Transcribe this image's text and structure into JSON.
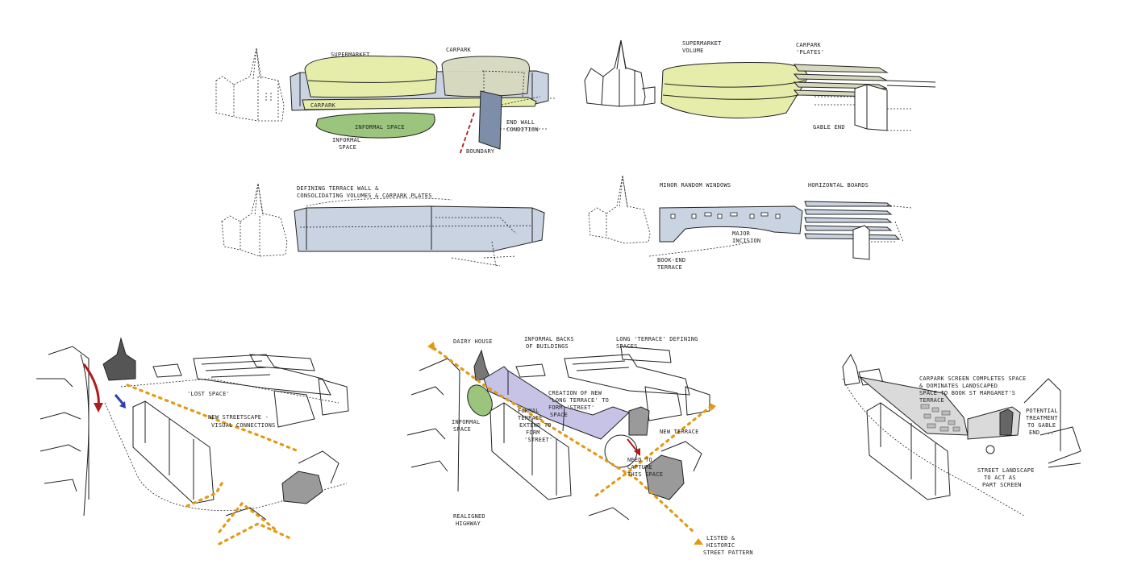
{
  "colors": {
    "supermarket": "#e6ecaa",
    "carpark": "#d7d9bf",
    "terrace": "#c9d3e2",
    "green_space": "#9bc47c",
    "dark_panel": "#7f8ea8",
    "route_orange": "#e39a12",
    "arrow_red": "#b11a1a",
    "arrow_blue": "#2e3fb5",
    "purple_terrace": "#c6c3e6",
    "grey_block": "#9a9a9a"
  },
  "sketch1": {
    "supermarket": "SUPERMARKET",
    "carpark_top": "CARPARK",
    "carpark_base": "CARPARK",
    "informal_space_inside": "INFORMAL SPACE",
    "informal_space_line1": "INFORMAL",
    "informal_space_line2": "SPACE",
    "end_condition_line1": "END WALL",
    "end_condition_line2": "CONDITION",
    "boundary": "BOUNDARY"
  },
  "sketch2": {
    "supermarket_line1": "SUPERMARKET",
    "supermarket_line2": "VOLUME",
    "carpark_line1": "CARPARK",
    "carpark_line2": "'PLATES'",
    "gable_end": "GABLE END"
  },
  "sketch3": {
    "title_line1": "DEFINING TERRACE WALL &",
    "title_line2": "CONSOLIDATING VOLUMES & CARPARK PLATES"
  },
  "sketch4": {
    "windows": "MINOR RANDOM WINDOWS",
    "boards": "HORIZONTAL BOARDS",
    "incision_line1": "MAJOR",
    "incision_line2": "INCISION",
    "bookend_line1": "BOOK-END",
    "bookend_line2": "TERRACE"
  },
  "aerial1": {
    "lost_space": "'LOST SPACE'",
    "new_street_line1": "NEW STREETSCAPE -",
    "new_street_line2": "VISUAL CONNECTIONS"
  },
  "aerial2": {
    "dairy_house": "DAIRY HOUSE",
    "backs_line1": "INFORMAL BACKS",
    "backs_line2": "OF BUILDINGS",
    "long_terrace_line1": "LONG 'TERRACE' DEFINING",
    "long_terrace_line2": "SPACES",
    "creation_line1": "CREATION OF NEW",
    "creation_line2": "'LONG TERRACE' TO",
    "creation_line3": "FORM 'STREET'",
    "creation_line4": "SPACE",
    "informal_line1": "INFORMAL",
    "informal_line2": "SPACE",
    "formal_line1": "FORMAL",
    "formal_line2": "TERRACE",
    "formal_line3": "EXTEND TO",
    "formal_line4": "FORM",
    "formal_line5": "'STREET'",
    "new_terrace": "NEW TERRACE",
    "need_line1": "NEED TO",
    "need_line2": "CAPTURE",
    "need_line3": "THIS SPACE",
    "realigned_line1": "REALIGNED",
    "realigned_line2": "HIGHWAY",
    "listed_line1": "LISTED &",
    "listed_line2": "HISTORIC",
    "listed_line3": "STREET PATTERN"
  },
  "aerial3": {
    "screen_line1": "CARPARK SCREEN COMPLETES SPACE",
    "screen_line2": "& DOMINATES LANDSCAPED",
    "screen_line3": "SPACE TO BOOK ST MARGARET'S",
    "screen_line4": "TERRACE",
    "gable_line1": "POTENTIAL",
    "gable_line2": "TREATMENT",
    "gable_line3": "TO GABLE",
    "gable_line4": "END ...",
    "street_line1": "STREET LANDSCAPE",
    "street_line2": "TO ACT AS",
    "street_line3": "PART SCREEN"
  }
}
